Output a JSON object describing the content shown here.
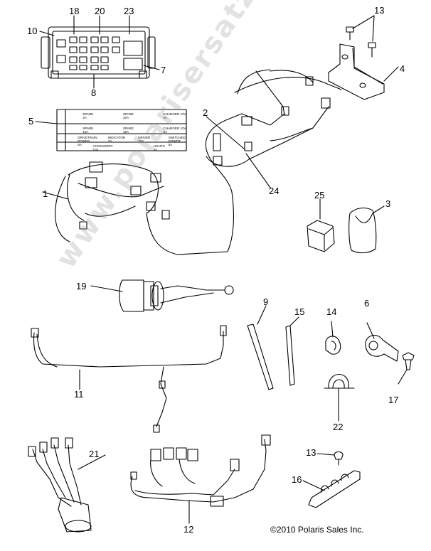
{
  "diagram": {
    "callouts": [
      {
        "id": "c18",
        "text": "18"
      },
      {
        "id": "c20",
        "text": "20"
      },
      {
        "id": "c23",
        "text": "23"
      },
      {
        "id": "c10",
        "text": "10"
      },
      {
        "id": "c7",
        "text": "7"
      },
      {
        "id": "c8",
        "text": "8"
      },
      {
        "id": "c13a",
        "text": "13"
      },
      {
        "id": "c4",
        "text": "4"
      },
      {
        "id": "c5",
        "text": "5"
      },
      {
        "id": "c2",
        "text": "2"
      },
      {
        "id": "c24",
        "text": "24"
      },
      {
        "id": "c1",
        "text": "1"
      },
      {
        "id": "c25",
        "text": "25"
      },
      {
        "id": "c3",
        "text": "3"
      },
      {
        "id": "c19",
        "text": "19"
      },
      {
        "id": "c9",
        "text": "9"
      },
      {
        "id": "c15",
        "text": "15"
      },
      {
        "id": "c14",
        "text": "14"
      },
      {
        "id": "c6",
        "text": "6"
      },
      {
        "id": "c11",
        "text": "11"
      },
      {
        "id": "c17",
        "text": "17"
      },
      {
        "id": "c22",
        "text": "22"
      },
      {
        "id": "c21",
        "text": "21"
      },
      {
        "id": "c13b",
        "text": "13"
      },
      {
        "id": "c16",
        "text": "16"
      },
      {
        "id": "c12",
        "text": "12"
      }
    ],
    "fuse_label": {
      "cells": [
        [
          "SPARE\n2A",
          "SPARE\n20A",
          "CHARGER 12V\n5A"
        ],
        [
          "SPARE\n10A",
          "SPARE\n15A",
          "CHARGER 12V\n5A"
        ],
        [
          "DRIVETRAIN\nPOWER\n5A",
          "INDICATOR\n7A",
          "DRIVER\n20A",
          "SWITCHED\nPOWER\n5A"
        ],
        [
          "ACCESSORY\n10A",
          "LIGHTS\n5A"
        ]
      ]
    },
    "copyright": "©2010 Polaris Sales Inc.",
    "watermark": "www.polarisersatzteile.de"
  }
}
